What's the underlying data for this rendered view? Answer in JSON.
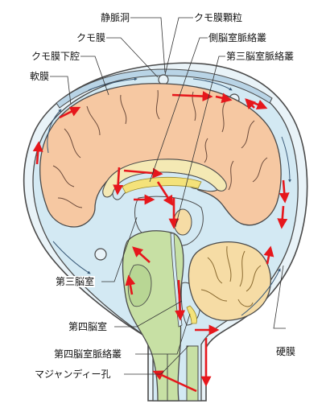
{
  "labels": {
    "venous_sinus": "静脈洞",
    "arachnoid_granulation": "クモ膜顆粒",
    "arachnoid": "クモ膜",
    "lateral_ventricle_choroid_plexus": "側脳室脈絡叢",
    "subarachnoid_space": "クモ膜下腔",
    "third_ventricle_choroid_plexus": "第三脳室脈絡叢",
    "pia_mater": "軟膜",
    "third_ventricle": "第三脳室",
    "fourth_ventricle": "第四脳室",
    "dura_mater": "硬膜",
    "fourth_ventricle_choroid_plexus": "第四脳室脈絡叢",
    "foramen_of_magendie": "マジャンディー孔"
  },
  "colors": {
    "csf_space": "#d3e9f3",
    "cortex": "#f6c8a2",
    "brainstem": "#c7e0a4",
    "cerebellum": "#f6dca5",
    "choroid_plexus": "#f4e27a",
    "corpus_callosum": "#f4e9b4",
    "flow_arrow": "#e6171c",
    "outline": "#4a4a4a"
  }
}
